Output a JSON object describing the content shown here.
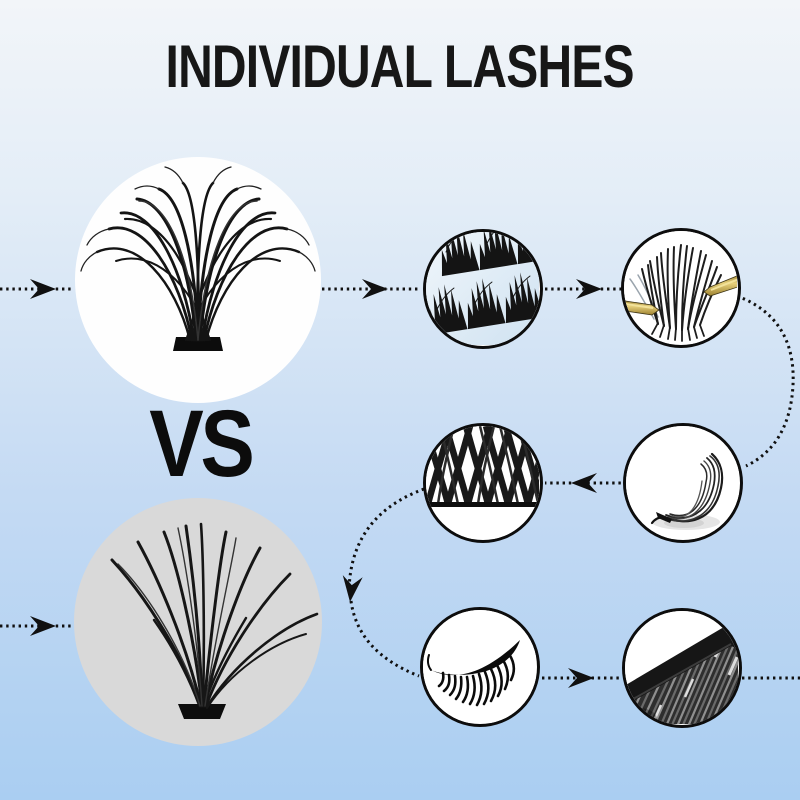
{
  "header": {
    "title": "INDIVIDUAL LASHES"
  },
  "comparison": {
    "vs_label": "VS",
    "left_item": {
      "name": "cluster-lash-fan-photo",
      "shape": "v-shaped crisscross lash cluster on white circle"
    },
    "right_item": {
      "name": "individual-lash-spiky-fan-photo",
      "shape": "spiky individual lash cluster on gray circle"
    }
  },
  "flow": {
    "steps": [
      {
        "name": "lash-tray-closeup",
        "icon": "lash-strip-rows-icon"
      },
      {
        "name": "tweezers-pickup",
        "icon": "tweezers-lash-fan-icon"
      },
      {
        "name": "woven-band-closeup",
        "icon": "crossed-lashes-weave-icon"
      },
      {
        "name": "curled-cluster",
        "icon": "curled-lash-crescent-icon"
      },
      {
        "name": "applied-eye-look",
        "icon": "closed-eye-lashes-icon"
      },
      {
        "name": "dense-band-closeup",
        "icon": "dense-lash-fibers-icon"
      }
    ],
    "connector_style": "dotted-arrows"
  },
  "colors": {
    "bg-top": "#f2f5f9",
    "bg-bottom": "#aacef2",
    "ink": "#101010",
    "gray-fill": "#d9d9d9",
    "gold": "#cda94e",
    "photo-blue": "#d8e7f4"
  }
}
